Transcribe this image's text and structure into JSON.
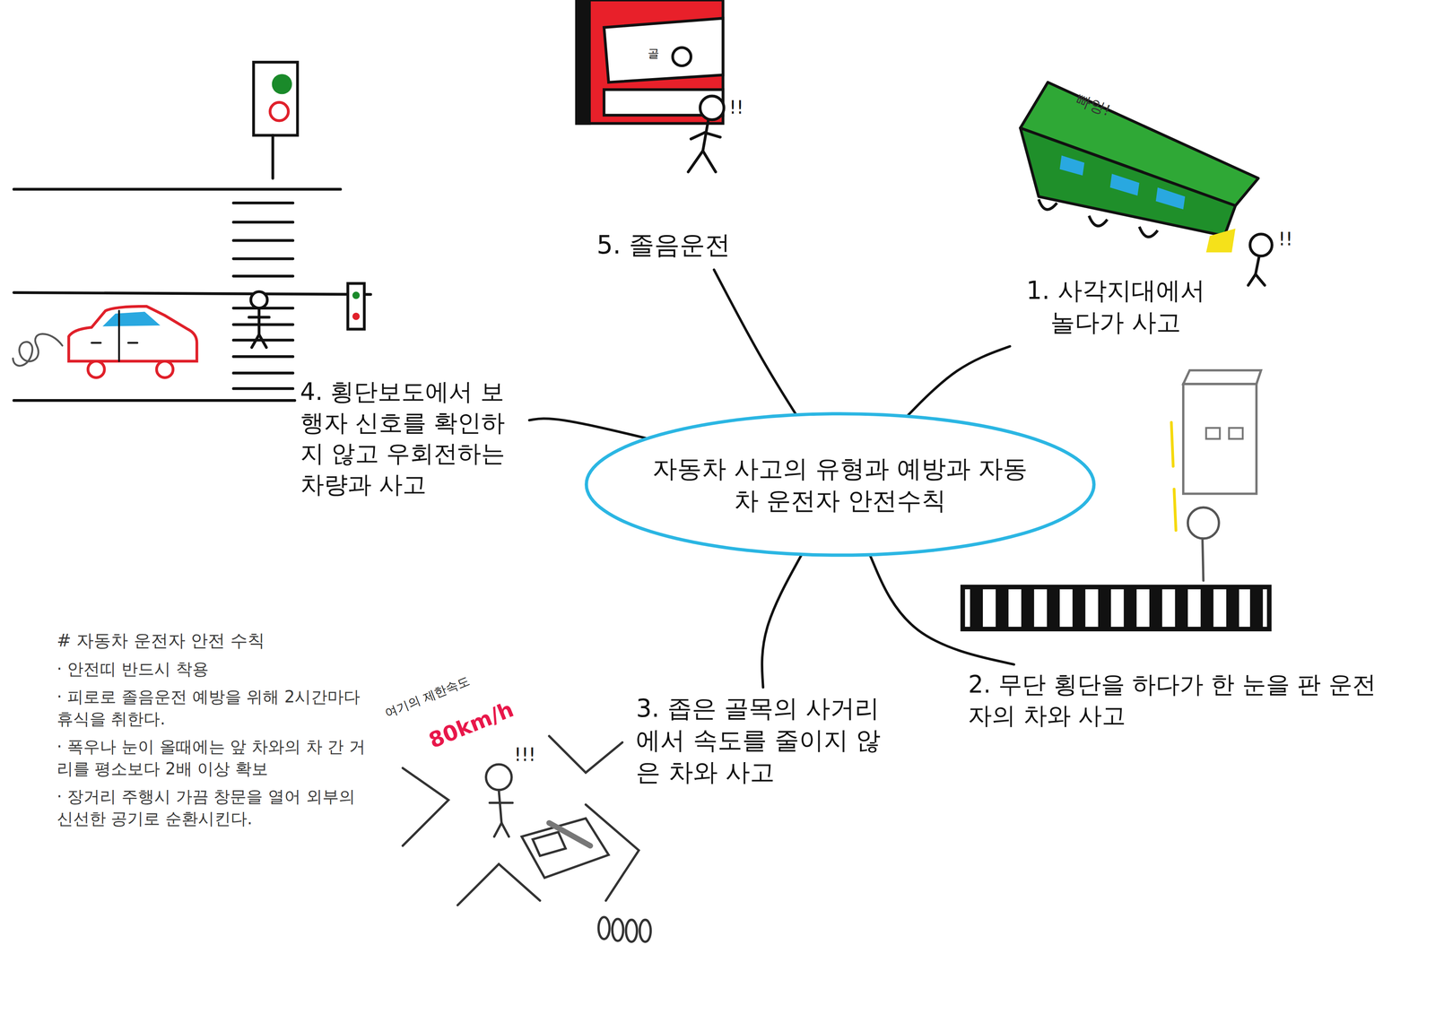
{
  "diagram": {
    "nodes": [
      {
        "text": [
          "자동차 사고의 유형과 예방과 자동차 운전자 안전수칙"
        ]
      },
      {
        "text": [
          "1. 사각지대에서 놀다가 사고"
        ]
      },
      {
        "text": [
          "2. 무단 횡단을 하다가 한 눈을 판 운전자의 차와 사고"
        ]
      },
      {
        "text": [
          "3. 좁은 골목의 사거리에서 속도를 줄이지 않은 차와 사고"
        ]
      },
      {
        "text": [
          "4. 횡단보도에서 보행자 신호를 확인하지 않고 우회전하는 차량과 사고"
        ]
      },
      {
        "text": [
          "5. 졸음운전"
        ]
      }
    ],
    "edges": [
      {
        "from": 0,
        "to": 1,
        "arrow": "none"
      },
      {
        "from": 0,
        "to": 2,
        "arrow": "none"
      },
      {
        "from": 0,
        "to": 3,
        "arrow": "none"
      },
      {
        "from": 0,
        "to": 4,
        "arrow": "none"
      },
      {
        "from": 0,
        "to": 5,
        "arrow": "none"
      }
    ],
    "labels": [
      "# 자동차 운전자 안전 수칙",
      "· 안전띠 반드시 착용",
      "· 피로로 졸음운전 예방을 위해 2시간마다 휴식을 취한다.",
      "· 폭우나 눈이 올때에는 앞 차와의 차 간 거리를 평소보다 2배 이상 확보",
      "· 장거리 주행시 가끔 창문을 열어 외부의 신선한 공기로 순환시킨다.",
      "빠앙!",
      "!!",
      "!!",
      "여기의 제한속도",
      "80km/h",
      "!!!",
      "골"
    ]
  }
}
